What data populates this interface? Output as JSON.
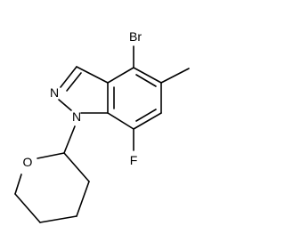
{
  "molecule": {
    "atoms": {
      "bromine": "Br",
      "fluorine": "F",
      "indazole_n2": "N",
      "indazole_n1": "N",
      "ring_oxygen": "O"
    }
  }
}
